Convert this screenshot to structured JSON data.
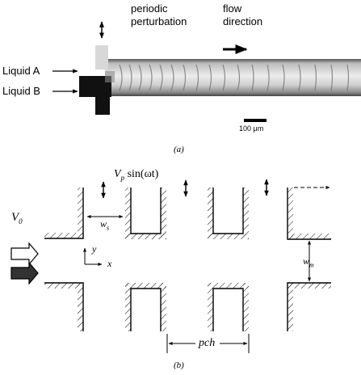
{
  "panel_a": {
    "perturbation_label_line1": "periodic",
    "perturbation_label_line2": "perturbation",
    "flow_label_line1": "flow",
    "flow_label_line2": "direction",
    "liquid_a": "Liquid A",
    "liquid_b": "Liquid B",
    "scale_bar": "100 μm",
    "caption": "(a)"
  },
  "panel_b": {
    "forcing_prefix": "V",
    "forcing_sub": "p",
    "forcing_rest": " sin(ωt)",
    "v0_main": "V",
    "v0_sub": "0",
    "ws_main": "w",
    "ws_sub": "s",
    "wm_main": "w",
    "wm_sub": "m",
    "axis_y": "y",
    "axis_x": "x",
    "pitch": "pch",
    "caption": "(b)"
  },
  "colors": {
    "ink": "#000000",
    "channel_light": "#e6e6e6",
    "channel_dark": "#7a7a7a",
    "liquid_b_dark": "#0f0f0f",
    "arrow_dark": "#333333"
  }
}
